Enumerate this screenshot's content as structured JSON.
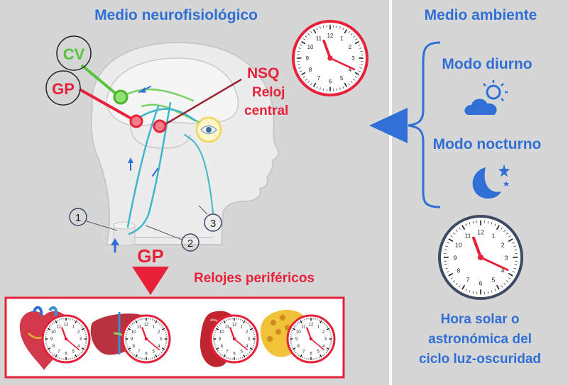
{
  "left_panel": {
    "title": "Medio neurofisiológico",
    "labels": {
      "cv": "CV",
      "gp": "GP",
      "nsq": "NSQ",
      "reloj": "Reloj",
      "central": "central",
      "gp_arrow": "GP",
      "relojes_perifericos": "Relojes periféricos"
    },
    "numbered_pathways": [
      "1",
      "2",
      "3"
    ],
    "peripheral_organs": [
      "heart",
      "liver",
      "kidney",
      "pancreas"
    ]
  },
  "right_panel": {
    "title": "Medio ambiente",
    "modo_diurno": "Modo diurno",
    "modo_nocturno": "Modo nocturno",
    "caption_lines": [
      "Hora solar o",
      "astronómica del",
      "ciclo luz-oscuridad"
    ]
  },
  "clock_numbers": [
    "12",
    "1",
    "2",
    "3",
    "4",
    "5",
    "6",
    "7",
    "8",
    "9",
    "10",
    "11"
  ],
  "colors": {
    "panel_gray": "#d5d5d5",
    "blue": "#2f6fd6",
    "red": "#e8213a",
    "green": "#56c43a",
    "dark_navy": "#3c4b63",
    "cyan": "#3fb7c8"
  }
}
